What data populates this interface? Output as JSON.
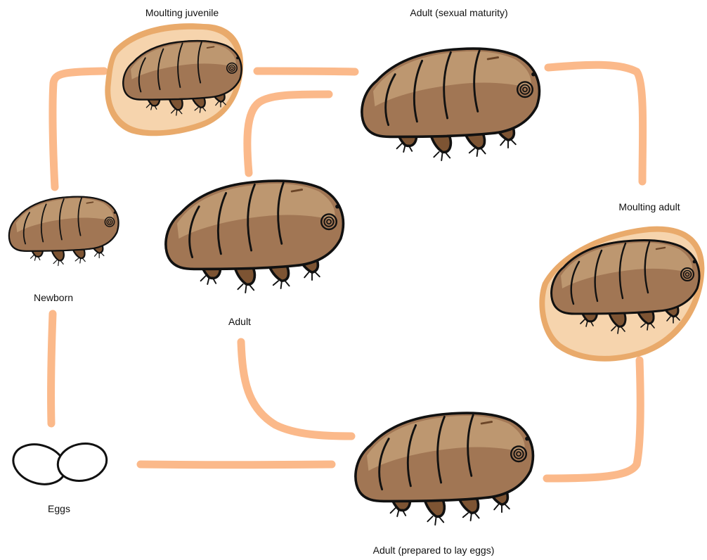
{
  "colors": {
    "connector": "#fbb98a",
    "body_light": "#bd9770",
    "body_mid": "#a17654",
    "body_dark": "#7d5433",
    "moult_halo": "#e9aa6b",
    "moult_halo_inner": "#f6d4ad",
    "outline": "#111111"
  },
  "stages": [
    {
      "key": "moulting-juvenile",
      "label": "Moulting juvenile",
      "moulting": true
    },
    {
      "key": "adult-sexual-maturity",
      "label": "Adult (sexual maturity)",
      "moulting": false
    },
    {
      "key": "newborn",
      "label": "Newborn",
      "moulting": false
    },
    {
      "key": "adult",
      "label": "Adult",
      "moulting": false
    },
    {
      "key": "moulting-adult",
      "label": "Moulting adult",
      "moulting": true
    },
    {
      "key": "eggs",
      "label": "Eggs",
      "moulting": false
    },
    {
      "key": "adult-prepared-to-lay-eggs",
      "label": "Adult (prepared to lay eggs)",
      "moulting": false
    }
  ]
}
